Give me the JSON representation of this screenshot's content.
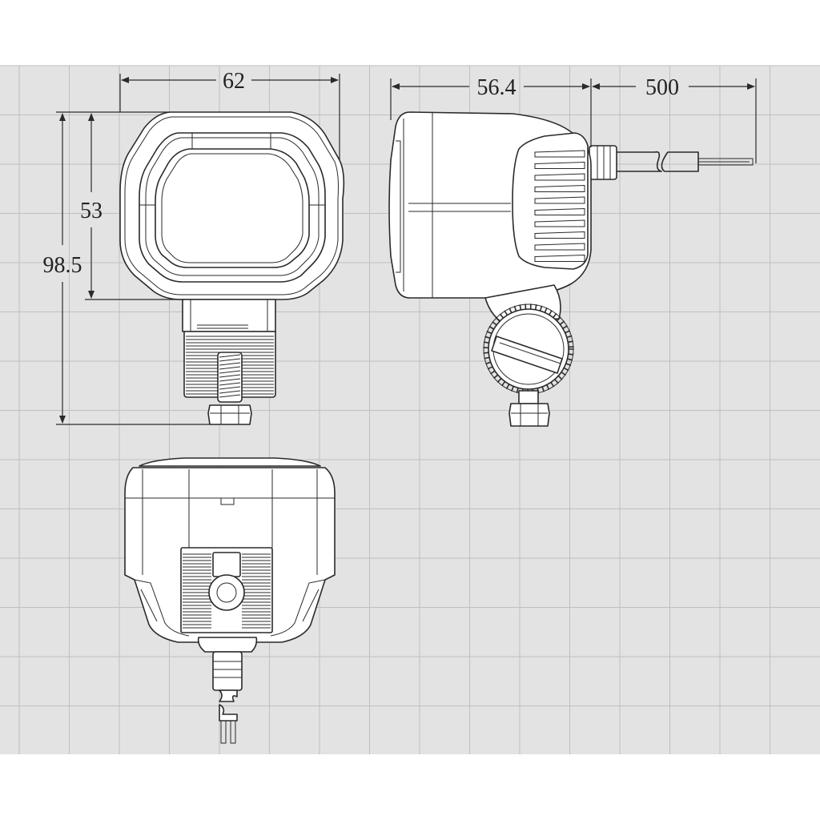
{
  "dimensions": {
    "front_width": "62",
    "front_height_lens": "53",
    "front_height_total": "98.5",
    "side_depth": "56.4",
    "cable_length": "500"
  },
  "colors": {
    "sheet_background": "#e3e3e3",
    "grid_line": "#bfbfbf",
    "drawing_line": "#2a2a2a"
  }
}
